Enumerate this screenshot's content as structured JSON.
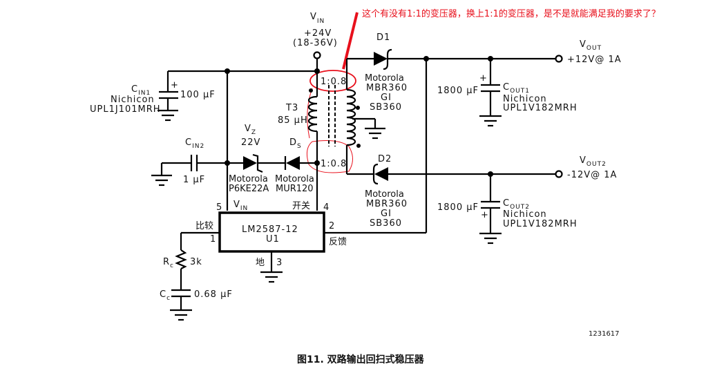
{
  "annotation": {
    "text": "这个有没有1:1的变压器，换上1:1的变压器，是不是就能满足我的要求了？",
    "color": "#e8101c"
  },
  "vin": {
    "label": "V",
    "sub": "IN",
    "voltage": "+24V",
    "range": "(18-36V)"
  },
  "cin1": {
    "name": "C",
    "sub": "IN1",
    "maker": "Nichicon",
    "part": "UPL1J101MRH",
    "value": "100 μF",
    "polarity": "+"
  },
  "cin2": {
    "name": "C",
    "sub": "IN2",
    "value": "1 μF"
  },
  "vz": {
    "name": "V",
    "sub": "Z",
    "value": "22V",
    "maker": "Motorola",
    "part": "P6KE22A"
  },
  "ds": {
    "name": "D",
    "sub": "S",
    "maker": "Motorola",
    "part": "MUR120"
  },
  "transformer": {
    "name": "T3",
    "inductance": "85 μH",
    "ratio_top": "1:0.8",
    "ratio_bottom": "1:0.8"
  },
  "d1": {
    "name": "D1",
    "maker1": "Motorola",
    "part1": "MBR360",
    "maker2": "GI",
    "part2": "SB360"
  },
  "d2": {
    "name": "D2",
    "maker1": "Motorola",
    "part1": "MBR360",
    "maker2": "GI",
    "part2": "SB360"
  },
  "cout1": {
    "name": "C",
    "sub": "OUT1",
    "value": "1800 μF",
    "maker": "Nichicon",
    "part": "UPL1V182MRH",
    "polarity": "+"
  },
  "cout2": {
    "name": "C",
    "sub": "OUT2",
    "value": "1800 μF",
    "maker": "Nichicon",
    "part": "UPL1V182MRH",
    "polarity": "+"
  },
  "vout1": {
    "label": "V",
    "sub": "OUT",
    "spec": "+12V@ 1A"
  },
  "vout2": {
    "label": "V",
    "sub": "OUT2",
    "spec": "-12V@ 1A"
  },
  "ic": {
    "part": "LM2587-12",
    "ref": "U1",
    "pins": {
      "p1": "1",
      "p2": "2",
      "p3": "3",
      "p4": "4",
      "p5": "5",
      "vin_label": "V",
      "vin_sub": "IN",
      "switch_label": "开关",
      "compare_label": "比较",
      "feedback_label": "反馈",
      "ground_label": "地"
    }
  },
  "rc": {
    "name": "R",
    "sub": "c",
    "value": "3k"
  },
  "cc": {
    "name": "C",
    "sub": "c",
    "value": "0.68 μF"
  },
  "figure_id": "1231617",
  "caption": "图11. 双路输出回扫式稳压器"
}
